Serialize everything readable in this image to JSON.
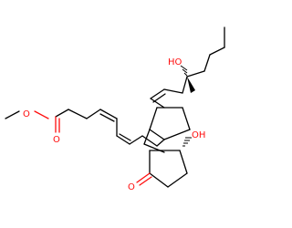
{
  "molecule": {
    "atom_labels": {
      "ester_o": "O",
      "carbonyl_o": "O",
      "ketone_o": "O",
      "ring_oh": "OH",
      "chain_oh": "HO"
    },
    "colors": {
      "bond": "#000000",
      "oxygen": "#ff0d0d",
      "background": "#ffffff"
    }
  }
}
